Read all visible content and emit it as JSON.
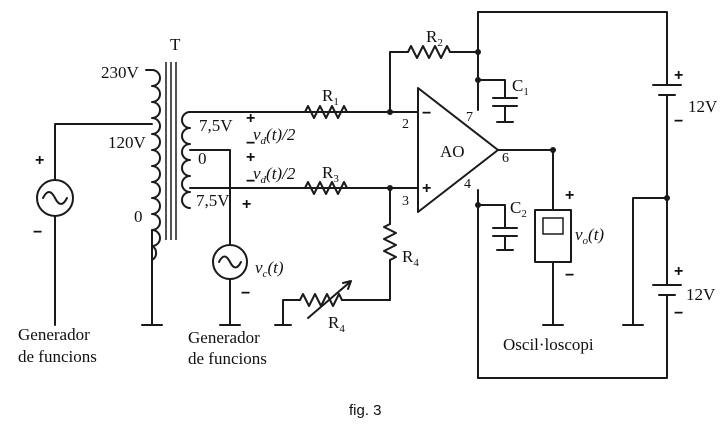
{
  "transformer": {
    "name": "T",
    "primary_top": "230V",
    "primary_mid": "120V",
    "primary_bottom": "0",
    "secondary_top": "7,5V",
    "secondary_mid": "0",
    "secondary_bottom": "7,5V",
    "vd_top": "v",
    "vd_top_sub": "d",
    "vd_top_tail": "(t)/2",
    "vd_bottom": "v",
    "vd_bottom_sub": "d",
    "vd_bottom_tail": "(t)/2"
  },
  "generator_left": {
    "line1": "Generador",
    "line2": "de funcions"
  },
  "generator_right": {
    "line1": "Generador",
    "line2": "de funcions",
    "label": "v",
    "label_sub": "c",
    "label_tail": "(t)"
  },
  "resistors": {
    "r1": "R",
    "r1_sub": "1",
    "r2": "R",
    "r2_sub": "2",
    "r3": "R",
    "r3_sub": "3",
    "r4": "R",
    "r4_sub": "4",
    "r4b": "R",
    "r4b_sub": "4"
  },
  "capacitors": {
    "c1": "C",
    "c1_sub": "1",
    "c2": "C",
    "c2_sub": "2"
  },
  "opamp": {
    "label": "AO",
    "pin2": "2",
    "pin3": "3",
    "pin4": "4",
    "pin6": "6",
    "pin7": "7",
    "minus": "−",
    "plus": "+"
  },
  "supplies": {
    "top": "12V",
    "bottom": "12V"
  },
  "oscilloscope": {
    "name": "Oscil·loscopi",
    "label": "v",
    "label_sub": "o",
    "label_tail": "(t)"
  },
  "signs": {
    "plus": "+",
    "minus": "−"
  },
  "caption": "fig. 3"
}
